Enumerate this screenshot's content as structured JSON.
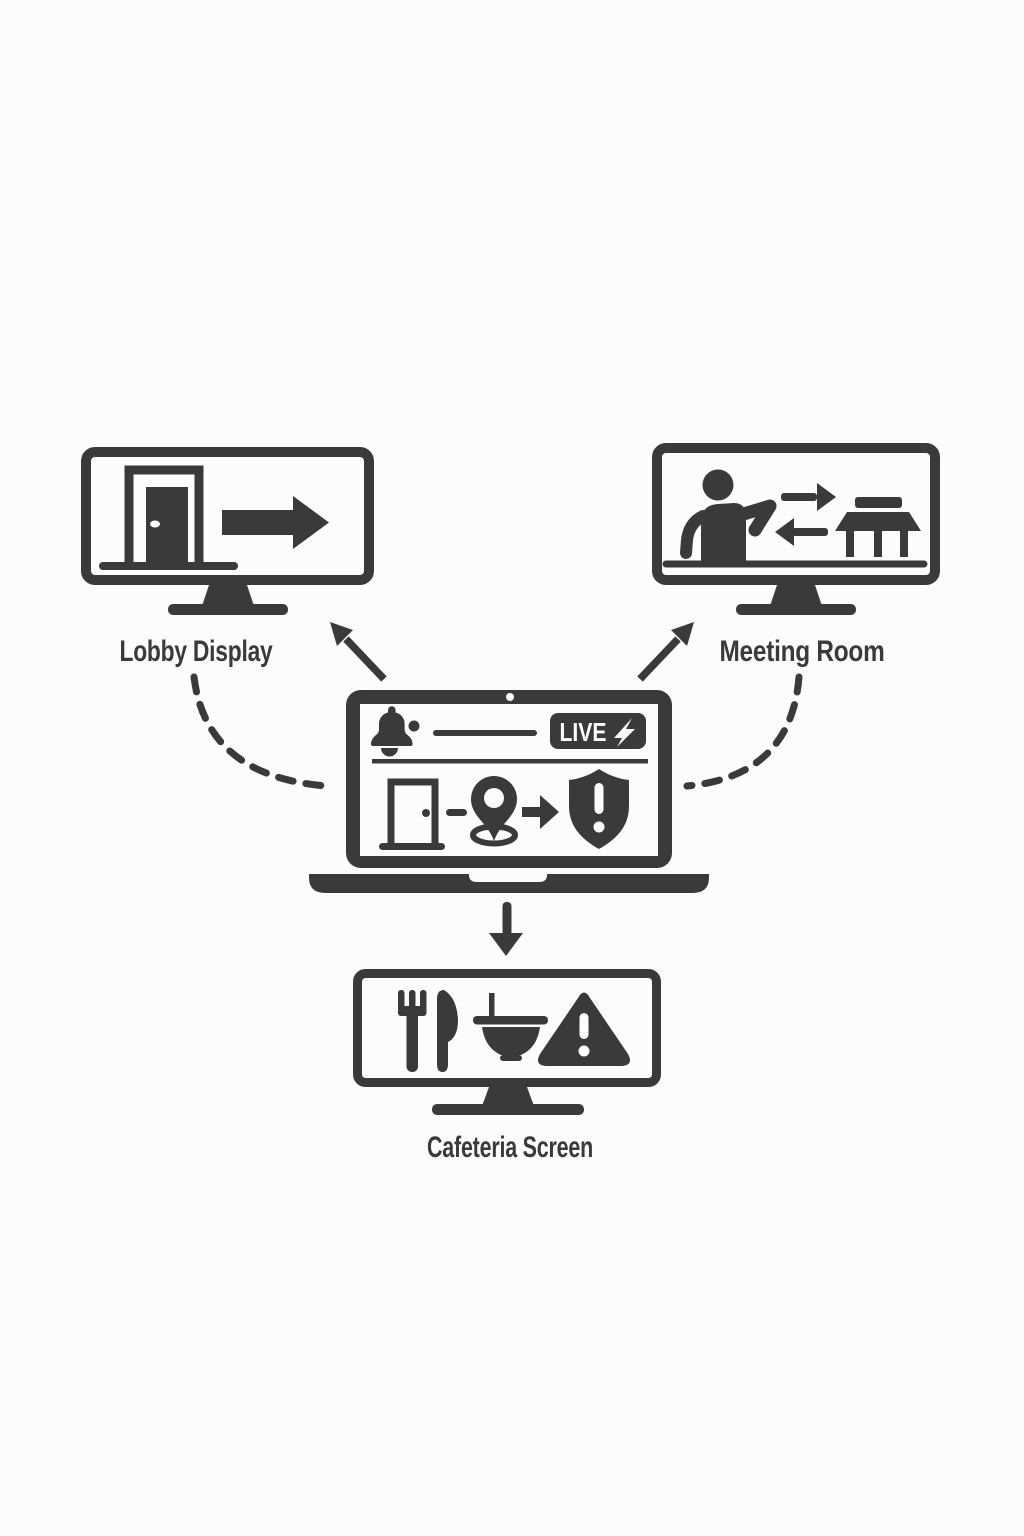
{
  "colors": {
    "ink": "#3a3a3c",
    "background": "#fdfcfc"
  },
  "hub": {
    "name": "control-laptop",
    "live_badge": "LIVE",
    "icons": [
      "notification-bell-icon",
      "lightning-bolt-icon",
      "door-icon",
      "location-pin-icon",
      "flow-arrow-icon",
      "security-shield-alert-icon"
    ]
  },
  "displays": {
    "lobby": {
      "label": "Lobby Display",
      "icons": [
        "door-icon",
        "exit-arrow-icon"
      ]
    },
    "meeting": {
      "label": "Meeting Room",
      "icons": [
        "presenter-icon",
        "swap-arrows-icon",
        "table-icon"
      ]
    },
    "cafeteria": {
      "label": "Cafeteria Screen",
      "icons": [
        "fork-icon",
        "knife-icon",
        "bowl-icon",
        "warning-triangle-icon"
      ]
    }
  },
  "connections": [
    {
      "from": "control-laptop",
      "to": "lobby",
      "style": "solid-arrow"
    },
    {
      "from": "control-laptop",
      "to": "meeting",
      "style": "solid-arrow"
    },
    {
      "from": "control-laptop",
      "to": "cafeteria",
      "style": "solid-arrow"
    },
    {
      "from": "lobby",
      "to": "control-laptop",
      "style": "dashed-curve"
    },
    {
      "from": "meeting",
      "to": "control-laptop",
      "style": "dashed-curve"
    }
  ]
}
